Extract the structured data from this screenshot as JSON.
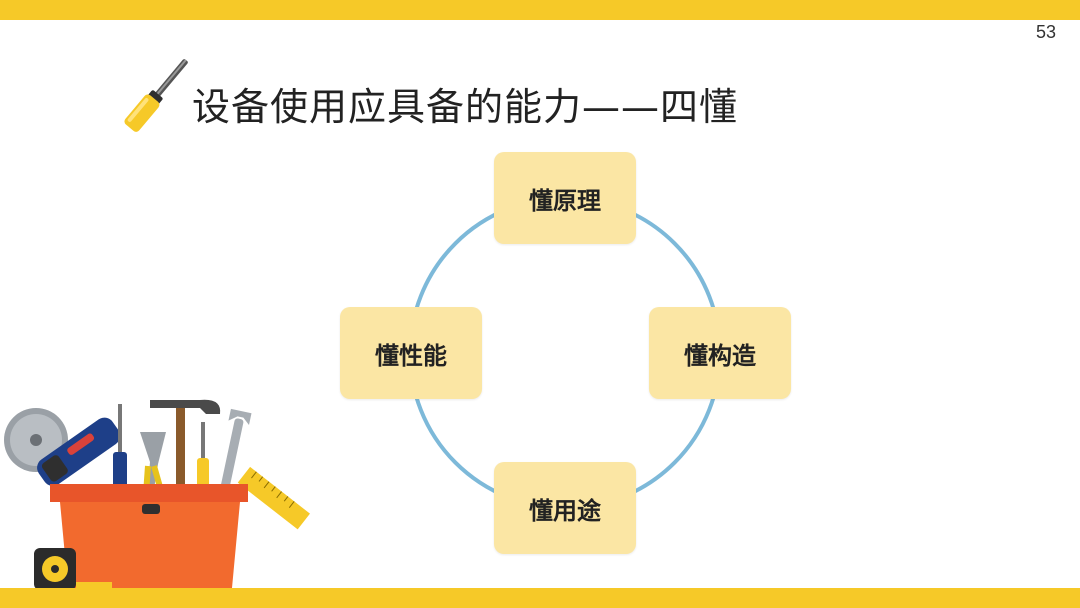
{
  "page_number": "53",
  "title": "设备使用应具备的能力——四懂",
  "cycle": {
    "nodes": {
      "top": "懂原理",
      "right": "懂构造",
      "bottom": "懂用途",
      "left": "懂性能"
    },
    "node_color": "#FBE6A4",
    "ring_color": "#7DB9D9"
  },
  "colors": {
    "accent_bar": "#F6C928"
  },
  "icons": {
    "title_icon": "screwdriver-icon",
    "corner_illustration": "toolbox-illustration"
  }
}
